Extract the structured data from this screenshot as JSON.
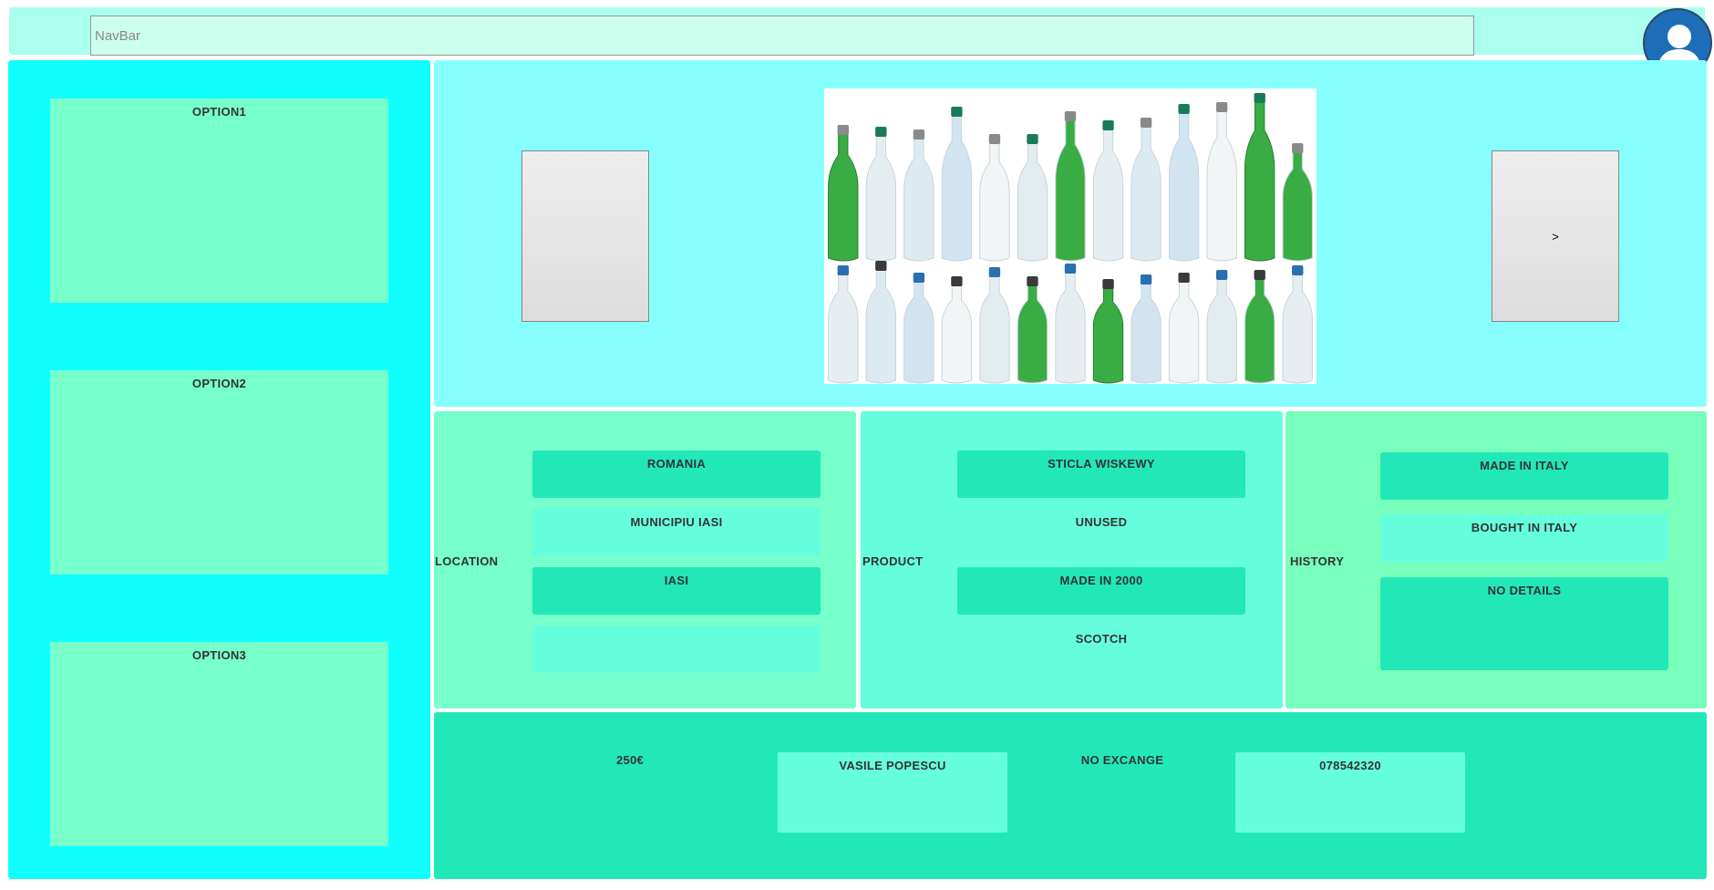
{
  "navbar": {
    "placeholder": "NavBar"
  },
  "sidebar": {
    "options": [
      {
        "label": "OPTION1"
      },
      {
        "label": "OPTION2"
      },
      {
        "label": "OPTION3"
      }
    ]
  },
  "carousel": {
    "prev_label": "",
    "next_label": ">"
  },
  "location": {
    "title": "LOCATION",
    "items": [
      "ROMANIA",
      "MUNICIPIU IASI",
      "IASI",
      ""
    ]
  },
  "product": {
    "title": "PRODUCT",
    "items": [
      "STICLA WISKEWY",
      "UNUSED",
      "MADE IN 2000",
      "SCOTCH"
    ]
  },
  "history": {
    "title": "HISTORY",
    "items": [
      "MADE IN ITALY",
      "BOUGHT IN ITALY",
      "NO DETAILS"
    ]
  },
  "footer": {
    "price": "250€",
    "seller": "VASILE POPESCU",
    "exchange": "NO EXCANGE",
    "phone": "078542320"
  },
  "colors": {
    "navbar_bg": "#aaffee",
    "sidebar_bg": "#11ffff",
    "carousel_bg": "#88ffff",
    "option_bg": "#77ffcc",
    "footer_bg": "#22e8b8",
    "avatar_bg": "#1e6db8"
  },
  "icons": {
    "avatar": "user-avatar-icon"
  }
}
